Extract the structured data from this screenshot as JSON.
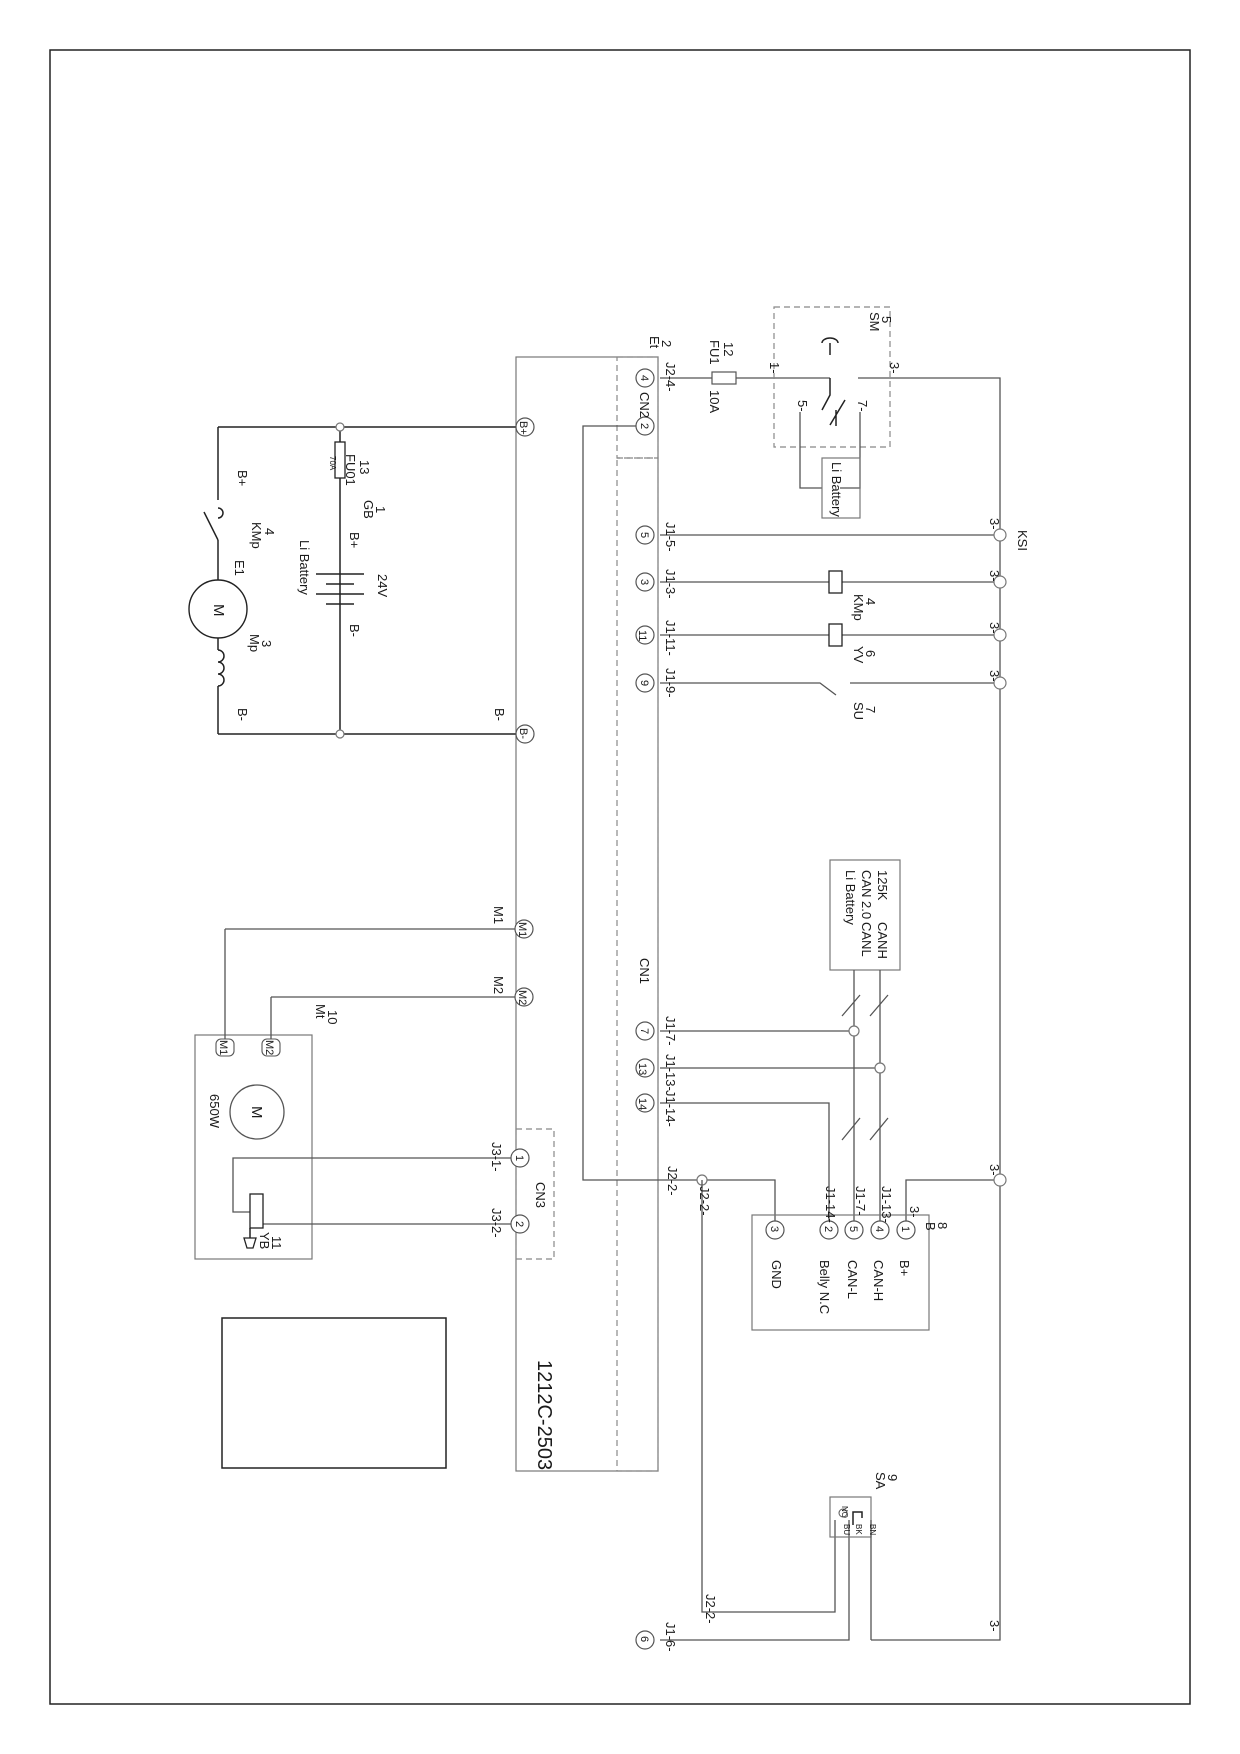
{
  "controller": {
    "model": "1212C-2503",
    "connectors": [
      "CN1",
      "CN2",
      "CN3"
    ]
  },
  "power_terminals": {
    "bplus": "B+",
    "bminus": "B-",
    "m1": "M1",
    "m2": "M2"
  },
  "battery_circuit": {
    "gb_num": "1",
    "gb_tag": "GB",
    "battery": "Li Battery",
    "voltage": "24V",
    "bplus": "B+",
    "bminus": "B-",
    "fuse_num": "13",
    "fuse_tag": "FU01",
    "fuse_rating": "70A",
    "line_bminus": "B-"
  },
  "pump_motor": {
    "contact_num": "4",
    "contact_tag": "KMp",
    "e1": "E1",
    "motor": "M",
    "motor_num": "3",
    "motor_tag": "Mp",
    "bplus": "B+",
    "bminus": "B-"
  },
  "traction_motor": {
    "num": "10",
    "tag": "Mt",
    "power": "650W",
    "motor": "M",
    "pin1": "M1",
    "pin2": "M2",
    "wire1": "M1",
    "wire2": "M2"
  },
  "brake": {
    "num": "11",
    "tag": "YB",
    "wire1": "J3-1-",
    "wire2": "J3-2-",
    "pin1": "1",
    "pin2": "2"
  },
  "cn2": {
    "pin_a": "4",
    "pin_b": "2",
    "wire_a": "J2-4-",
    "e_num": "2",
    "e_tag": "Et"
  },
  "fuse_fu1": {
    "num": "12",
    "tag": "FU1",
    "rating": "10A"
  },
  "key_switch": {
    "num": "5",
    "tag": "SM",
    "net_in": "1-",
    "net_out": "3-",
    "net_5": "5-",
    "net_7": "7-",
    "battery": "Li Battery"
  },
  "cn1_rows": [
    {
      "pin": "5",
      "wire": "J1-5-",
      "net": "3-",
      "end": "KSI"
    },
    {
      "pin": "3",
      "wire": "J1-3-",
      "net": "3-",
      "num": "4",
      "tag": "KMp"
    },
    {
      "pin": "11",
      "wire": "J1-11-",
      "net": "3-",
      "num": "6",
      "tag": "YV"
    },
    {
      "pin": "9",
      "wire": "J1-9-",
      "net": "3-",
      "num": "7",
      "tag": "SU"
    }
  ],
  "can_battery": {
    "line1": "Li Battery",
    "line2": "CAN 2.0",
    "line3": "125K",
    "canh": "CANH",
    "canl": "CANL"
  },
  "cn1_can": [
    {
      "pin": "7",
      "wire": "J1-7-"
    },
    {
      "pin": "13",
      "wire": "J1-13-"
    },
    {
      "pin": "14",
      "wire": "J1-14-"
    }
  ],
  "belly": {
    "num": "8",
    "tag": "B",
    "net_top": "3-",
    "wire_j2": "J2-2-",
    "wire_j114": "J1-14-",
    "wire_j17": "J1-7-",
    "wire_j113": "J1-13-",
    "pins": [
      "3",
      "2",
      "5",
      "4",
      "1"
    ],
    "labels": [
      "GND",
      "Belly N.C",
      "CAN-L",
      "CAN-H",
      "B+"
    ]
  },
  "return_net": "3-",
  "seat_switch": {
    "num": "9",
    "tag": "SA",
    "wire_j22": "J2-2-",
    "wire_j22b": "J2-2-",
    "wire_j16": "J1-6-",
    "pin6": "6",
    "net": "3-",
    "bn": "BN",
    "bk": "BK",
    "bu": "BU",
    "no": "NO"
  }
}
